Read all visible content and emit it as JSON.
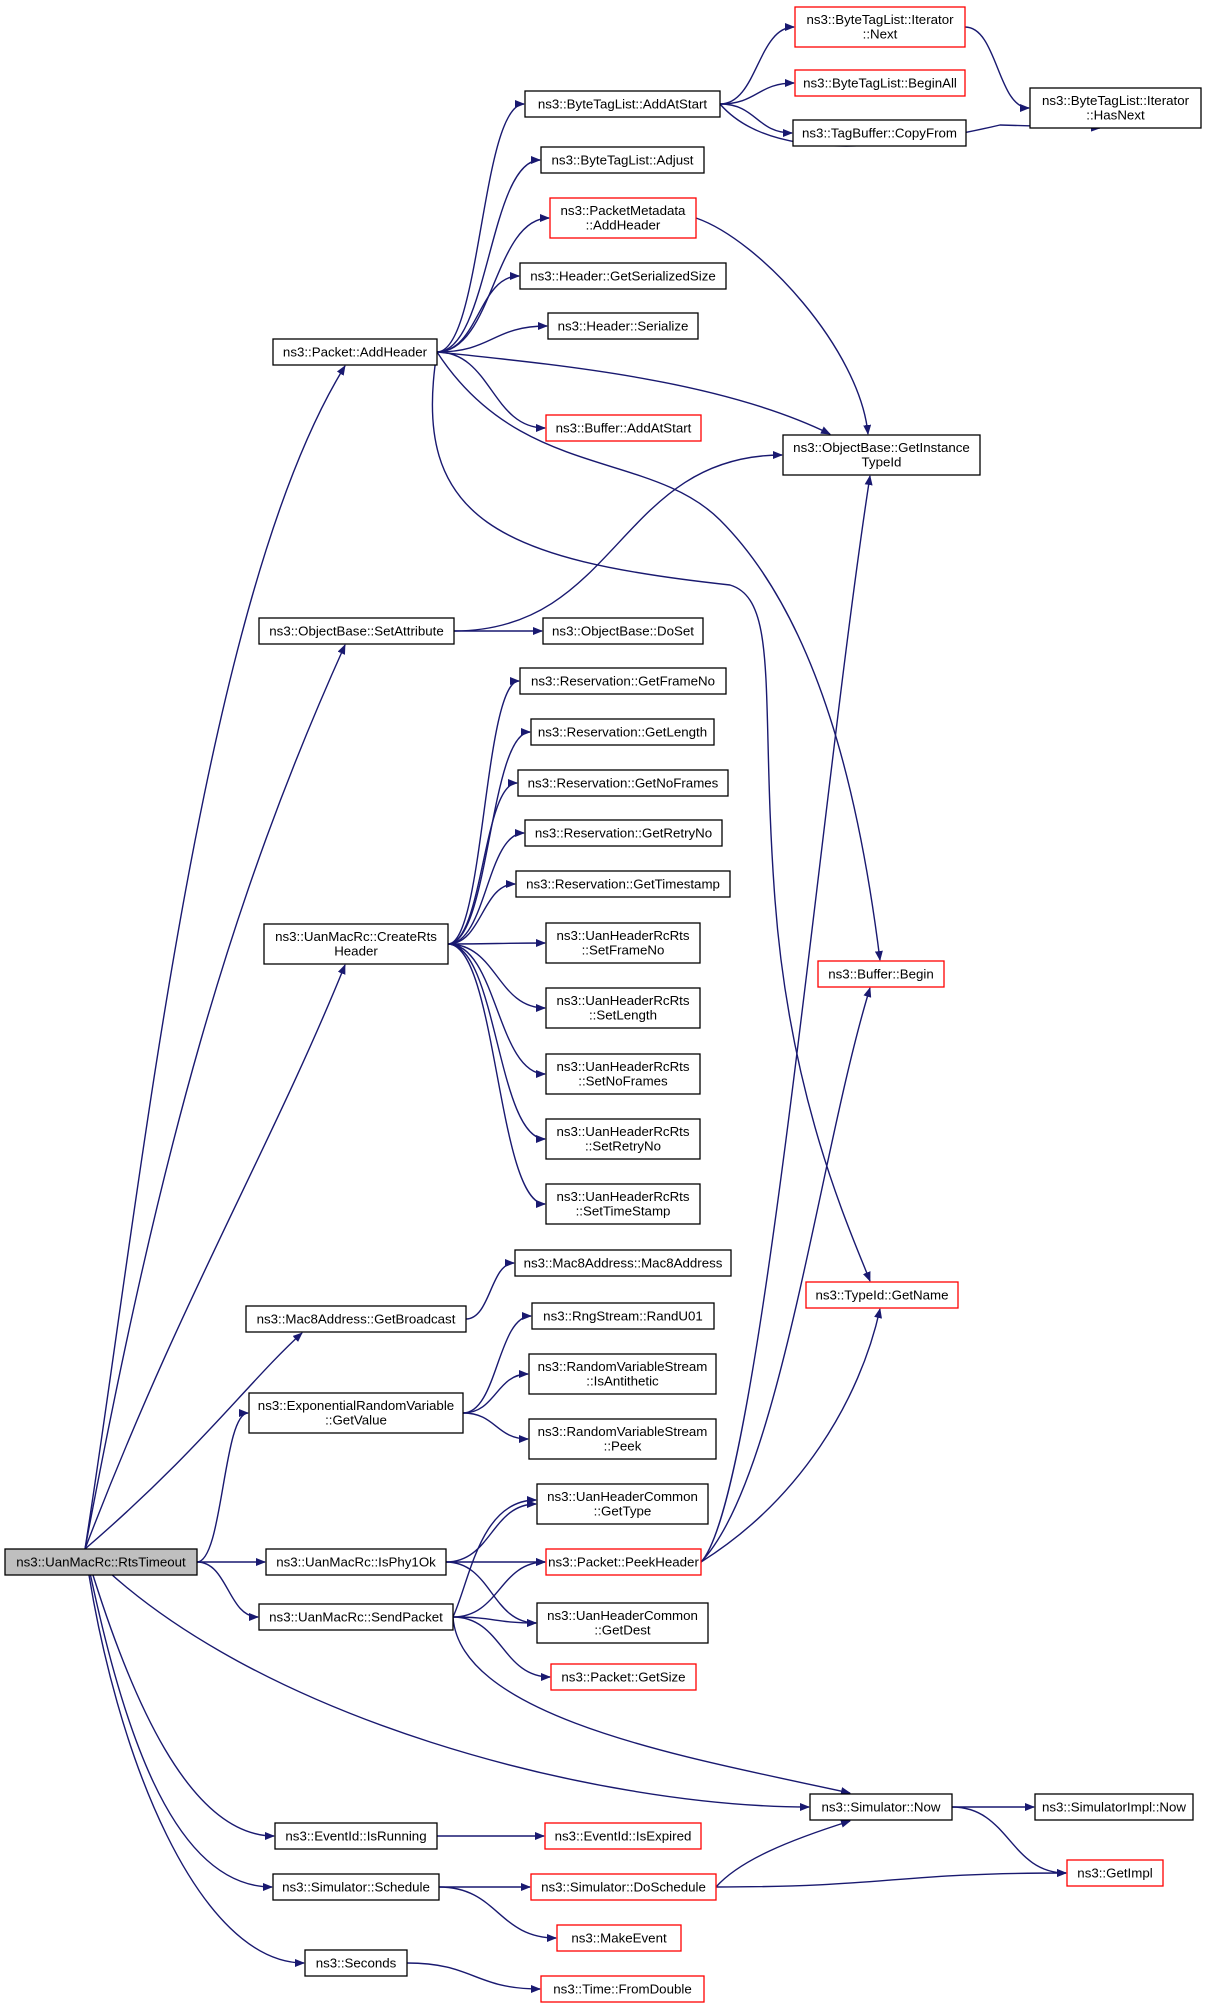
{
  "nodes": [
    {
      "id": "root",
      "lines": [
        "ns3::UanMacRc::RtsTimeout"
      ],
      "style": "root"
    },
    {
      "id": "addHeader",
      "lines": [
        "ns3::Packet::AddHeader"
      ],
      "style": "black"
    },
    {
      "id": "setAttribute",
      "lines": [
        "ns3::ObjectBase::SetAttribute"
      ],
      "style": "black"
    },
    {
      "id": "createRts",
      "lines": [
        "ns3::UanMacRc::CreateRts",
        "Header"
      ],
      "style": "black"
    },
    {
      "id": "getBroadcast",
      "lines": [
        "ns3::Mac8Address::GetBroadcast"
      ],
      "style": "black"
    },
    {
      "id": "expGetValue",
      "lines": [
        "ns3::ExponentialRandomVariable",
        "::GetValue"
      ],
      "style": "black"
    },
    {
      "id": "isPhy1Ok",
      "lines": [
        "ns3::UanMacRc::IsPhy1Ok"
      ],
      "style": "black"
    },
    {
      "id": "sendPacket",
      "lines": [
        "ns3::UanMacRc::SendPacket"
      ],
      "style": "black"
    },
    {
      "id": "eventIsRunning",
      "lines": [
        "ns3::EventId::IsRunning"
      ],
      "style": "black"
    },
    {
      "id": "simSchedule",
      "lines": [
        "ns3::Simulator::Schedule"
      ],
      "style": "black"
    },
    {
      "id": "seconds",
      "lines": [
        "ns3::Seconds"
      ],
      "style": "black"
    },
    {
      "id": "btlAddAtStart",
      "lines": [
        "ns3::ByteTagList::AddAtStart"
      ],
      "style": "black"
    },
    {
      "id": "btlAdjust",
      "lines": [
        "ns3::ByteTagList::Adjust"
      ],
      "style": "black"
    },
    {
      "id": "pmAddHeader",
      "lines": [
        "ns3::PacketMetadata",
        "::AddHeader"
      ],
      "style": "red"
    },
    {
      "id": "hdrGetSize",
      "lines": [
        "ns3::Header::GetSerializedSize"
      ],
      "style": "black"
    },
    {
      "id": "hdrSerialize",
      "lines": [
        "ns3::Header::Serialize"
      ],
      "style": "black"
    },
    {
      "id": "bufAddAtStart",
      "lines": [
        "ns3::Buffer::AddAtStart"
      ],
      "style": "red"
    },
    {
      "id": "obDoSet",
      "lines": [
        "ns3::ObjectBase::DoSet"
      ],
      "style": "black"
    },
    {
      "id": "resFrameNo",
      "lines": [
        "ns3::Reservation::GetFrameNo"
      ],
      "style": "black"
    },
    {
      "id": "resLength",
      "lines": [
        "ns3::Reservation::GetLength"
      ],
      "style": "black"
    },
    {
      "id": "resNoFrames",
      "lines": [
        "ns3::Reservation::GetNoFrames"
      ],
      "style": "black"
    },
    {
      "id": "resRetryNo",
      "lines": [
        "ns3::Reservation::GetRetryNo"
      ],
      "style": "black"
    },
    {
      "id": "resTimestamp",
      "lines": [
        "ns3::Reservation::GetTimestamp"
      ],
      "style": "black"
    },
    {
      "id": "rtsSetFrameNo",
      "lines": [
        "ns3::UanHeaderRcRts",
        "::SetFrameNo"
      ],
      "style": "black"
    },
    {
      "id": "rtsSetLength",
      "lines": [
        "ns3::UanHeaderRcRts",
        "::SetLength"
      ],
      "style": "black"
    },
    {
      "id": "rtsSetNoFrames",
      "lines": [
        "ns3::UanHeaderRcRts",
        "::SetNoFrames"
      ],
      "style": "black"
    },
    {
      "id": "rtsSetRetryNo",
      "lines": [
        "ns3::UanHeaderRcRts",
        "::SetRetryNo"
      ],
      "style": "black"
    },
    {
      "id": "rtsSetTimeStamp",
      "lines": [
        "ns3::UanHeaderRcRts",
        "::SetTimeStamp"
      ],
      "style": "black"
    },
    {
      "id": "mac8Ctor",
      "lines": [
        "ns3::Mac8Address::Mac8Address"
      ],
      "style": "black"
    },
    {
      "id": "rngRandU01",
      "lines": [
        "ns3::RngStream::RandU01"
      ],
      "style": "black"
    },
    {
      "id": "rvsIsAntithetic",
      "lines": [
        "ns3::RandomVariableStream",
        "::IsAntithetic"
      ],
      "style": "black"
    },
    {
      "id": "rvsPeek",
      "lines": [
        "ns3::RandomVariableStream",
        "::Peek"
      ],
      "style": "black"
    },
    {
      "id": "uhcGetType",
      "lines": [
        "ns3::UanHeaderCommon",
        "::GetType"
      ],
      "style": "black"
    },
    {
      "id": "pktPeekHeader",
      "lines": [
        "ns3::Packet::PeekHeader"
      ],
      "style": "red"
    },
    {
      "id": "uhcGetDest",
      "lines": [
        "ns3::UanHeaderCommon",
        "::GetDest"
      ],
      "style": "black"
    },
    {
      "id": "pktGetSize",
      "lines": [
        "ns3::Packet::GetSize"
      ],
      "style": "red"
    },
    {
      "id": "simNow",
      "lines": [
        "ns3::Simulator::Now"
      ],
      "style": "black"
    },
    {
      "id": "eventIsExpired",
      "lines": [
        "ns3::EventId::IsExpired"
      ],
      "style": "red"
    },
    {
      "id": "simDoSchedule",
      "lines": [
        "ns3::Simulator::DoSchedule"
      ],
      "style": "red"
    },
    {
      "id": "makeEvent",
      "lines": [
        "ns3::MakeEvent"
      ],
      "style": "red"
    },
    {
      "id": "fromDouble",
      "lines": [
        "ns3::Time::FromDouble"
      ],
      "style": "red"
    },
    {
      "id": "btlIterNext",
      "lines": [
        "ns3::ByteTagList::Iterator",
        "::Next"
      ],
      "style": "red"
    },
    {
      "id": "btlBeginAll",
      "lines": [
        "ns3::ByteTagList::BeginAll"
      ],
      "style": "red"
    },
    {
      "id": "tagBufCopyFrom",
      "lines": [
        "ns3::TagBuffer::CopyFrom"
      ],
      "style": "black"
    },
    {
      "id": "obGetInstanceTypeId",
      "lines": [
        "ns3::ObjectBase::GetInstance",
        "TypeId"
      ],
      "style": "black"
    },
    {
      "id": "bufBegin",
      "lines": [
        "ns3::Buffer::Begin"
      ],
      "style": "red"
    },
    {
      "id": "typeIdGetName",
      "lines": [
        "ns3::TypeId::GetName"
      ],
      "style": "red"
    },
    {
      "id": "btlIterHasNext",
      "lines": [
        "ns3::ByteTagList::Iterator",
        "::HasNext"
      ],
      "style": "black"
    },
    {
      "id": "simImplNow",
      "lines": [
        "ns3::SimulatorImpl::Now"
      ],
      "style": "black"
    },
    {
      "id": "getImpl",
      "lines": [
        "ns3::GetImpl"
      ],
      "style": "red"
    }
  ],
  "edges": [
    [
      "root",
      "addHeader"
    ],
    [
      "root",
      "setAttribute"
    ],
    [
      "root",
      "createRts"
    ],
    [
      "root",
      "getBroadcast"
    ],
    [
      "root",
      "expGetValue"
    ],
    [
      "root",
      "isPhy1Ok"
    ],
    [
      "root",
      "sendPacket"
    ],
    [
      "root",
      "simNow"
    ],
    [
      "root",
      "eventIsRunning"
    ],
    [
      "root",
      "simSchedule"
    ],
    [
      "root",
      "seconds"
    ],
    [
      "addHeader",
      "btlAddAtStart"
    ],
    [
      "addHeader",
      "btlAdjust"
    ],
    [
      "addHeader",
      "pmAddHeader"
    ],
    [
      "addHeader",
      "hdrGetSize"
    ],
    [
      "addHeader",
      "hdrSerialize"
    ],
    [
      "addHeader",
      "bufAddAtStart"
    ],
    [
      "addHeader",
      "obGetInstanceTypeId"
    ],
    [
      "addHeader",
      "bufBegin"
    ],
    [
      "addHeader",
      "typeIdGetName"
    ],
    [
      "btlAddAtStart",
      "btlIterNext"
    ],
    [
      "btlAddAtStart",
      "btlBeginAll"
    ],
    [
      "btlAddAtStart",
      "tagBufCopyFrom"
    ],
    [
      "btlAddAtStart",
      "btlIterHasNext"
    ],
    [
      "btlIterNext",
      "btlIterHasNext"
    ],
    [
      "pmAddHeader",
      "obGetInstanceTypeId"
    ],
    [
      "setAttribute",
      "obGetInstanceTypeId"
    ],
    [
      "setAttribute",
      "obDoSet"
    ],
    [
      "createRts",
      "resFrameNo"
    ],
    [
      "createRts",
      "resLength"
    ],
    [
      "createRts",
      "resNoFrames"
    ],
    [
      "createRts",
      "resRetryNo"
    ],
    [
      "createRts",
      "resTimestamp"
    ],
    [
      "createRts",
      "rtsSetFrameNo"
    ],
    [
      "createRts",
      "rtsSetLength"
    ],
    [
      "createRts",
      "rtsSetNoFrames"
    ],
    [
      "createRts",
      "rtsSetRetryNo"
    ],
    [
      "createRts",
      "rtsSetTimeStamp"
    ],
    [
      "getBroadcast",
      "mac8Ctor"
    ],
    [
      "expGetValue",
      "rngRandU01"
    ],
    [
      "expGetValue",
      "rvsIsAntithetic"
    ],
    [
      "expGetValue",
      "rvsPeek"
    ],
    [
      "isPhy1Ok",
      "uhcGetType"
    ],
    [
      "isPhy1Ok",
      "pktPeekHeader"
    ],
    [
      "isPhy1Ok",
      "uhcGetDest"
    ],
    [
      "sendPacket",
      "uhcGetType"
    ],
    [
      "sendPacket",
      "pktPeekHeader"
    ],
    [
      "sendPacket",
      "uhcGetDest"
    ],
    [
      "sendPacket",
      "pktGetSize"
    ],
    [
      "sendPacket",
      "simNow"
    ],
    [
      "pktPeekHeader",
      "obGetInstanceTypeId"
    ],
    [
      "pktPeekHeader",
      "bufBegin"
    ],
    [
      "pktPeekHeader",
      "typeIdGetName"
    ],
    [
      "simNow",
      "simImplNow"
    ],
    [
      "simNow",
      "getImpl"
    ],
    [
      "eventIsRunning",
      "eventIsExpired"
    ],
    [
      "simSchedule",
      "simDoSchedule"
    ],
    [
      "simSchedule",
      "makeEvent"
    ],
    [
      "simDoSchedule",
      "simNow"
    ],
    [
      "simDoSchedule",
      "getImpl"
    ],
    [
      "seconds",
      "fromDouble"
    ]
  ]
}
